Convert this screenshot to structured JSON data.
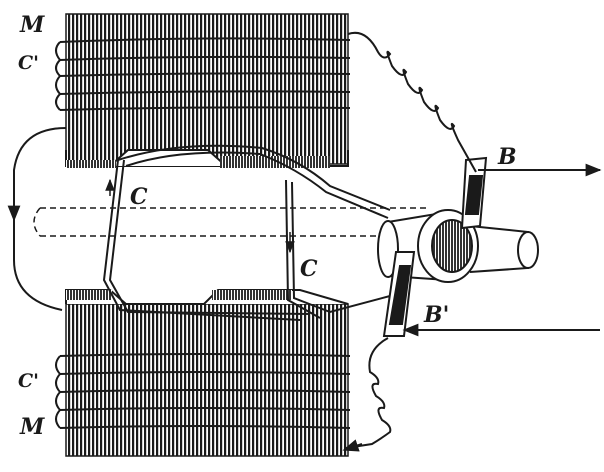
{
  "labels": {
    "magnet_top": "M",
    "coil_top": "C'",
    "conductor_left": "C",
    "conductor_center": "C",
    "brush_top": "B",
    "brush_bottom": "B'",
    "coil_bottom": "C'",
    "magnet_bottom": "M"
  },
  "colors": {
    "ink": "#1a1a1a",
    "paper": "#ffffff"
  }
}
